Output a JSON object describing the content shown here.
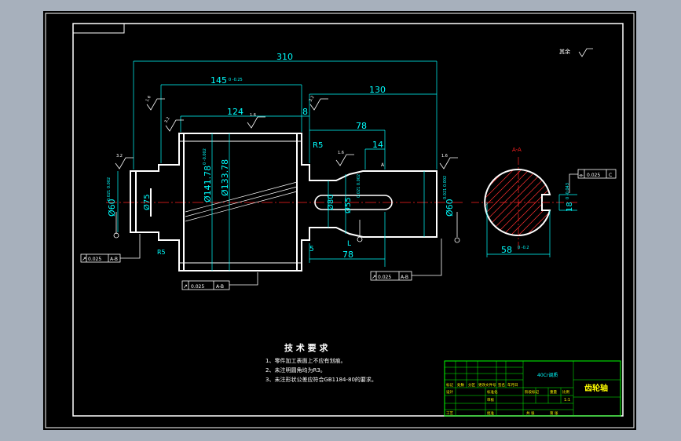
{
  "drawing": {
    "title_block": {
      "part_name": "齿轮轴",
      "scale": "1:1",
      "material": "40Cr调质",
      "header_labels": {
        "row1": [
          "标记",
          "处数",
          "分区",
          "更改文件号",
          "签名",
          "年月日"
        ],
        "row2": [
          "设计",
          "标准化",
          "阶段标记",
          "重量",
          "比例"
        ],
        "row3": [
          "审核"
        ],
        "row4": [
          "工艺",
          "批准",
          "共  张",
          "第  张"
        ]
      }
    },
    "roughness_note": "其余",
    "tech_requirements": {
      "heading": "技 术 要 求",
      "items": [
        "1、零件加工表面上不应有划痕。",
        "2、未注明圆角均为R3。",
        "3、未注形状公差应符合GB1184-80的要求。"
      ]
    },
    "dimensions": {
      "overall_length": "310",
      "flange_length": "145",
      "flange_tol": "0 -0.25",
      "gear_length": "124",
      "gap": "8",
      "right_length": "130",
      "key_pos": "78",
      "key_pos_bottom": "78",
      "key_end": "14",
      "fillet_r5_top": "R5",
      "fillet_r5_bottom": "R5",
      "dia_left": "Ø60",
      "dia_left_tol": "0.021 0.002",
      "dia_step": "Ø75",
      "dia_gear_outer": "Ø141.78",
      "dia_gear_tol": "0 -0.002",
      "dia_gear_root": "Ø133.78",
      "dia_mid": "Ø80",
      "dia_shaft": "Ø55",
      "dia_shaft_tol": "0.021 0.002",
      "dia_right": "Ø60",
      "dia_right_tol": "0.021 0.002",
      "section_width": "58",
      "section_width_tol": "0 -0.2",
      "key_width": "18",
      "key_width_tol": "0 -0.043",
      "gap_small": "5",
      "key_len_label": "L",
      "section_label": "A",
      "section_view_label": "A-A"
    },
    "tolerance_frames": {
      "runout_left": [
        "↗",
        "0.025",
        "A-B"
      ],
      "runout_gear": [
        "↗",
        "0.025",
        "A-B"
      ],
      "runout_right": [
        "↗",
        "0.025",
        "A-B"
      ],
      "symmetry_key": [
        "⌯",
        "0.025",
        "C"
      ]
    },
    "roughness_marks": [
      "1.6",
      "3.2",
      "1.6",
      "3.2",
      "1.6",
      "3.2",
      "1.6"
    ],
    "colors": {
      "background": "#a7b0bc",
      "sheet": "#000000",
      "border": "#ffffff",
      "geometry": "#ffffff",
      "dimension": "#00ffff",
      "centerline": "#ff2020",
      "hatch": "#ff3030",
      "table_lines": "#00ff00",
      "title_text": "#ffff00"
    }
  }
}
